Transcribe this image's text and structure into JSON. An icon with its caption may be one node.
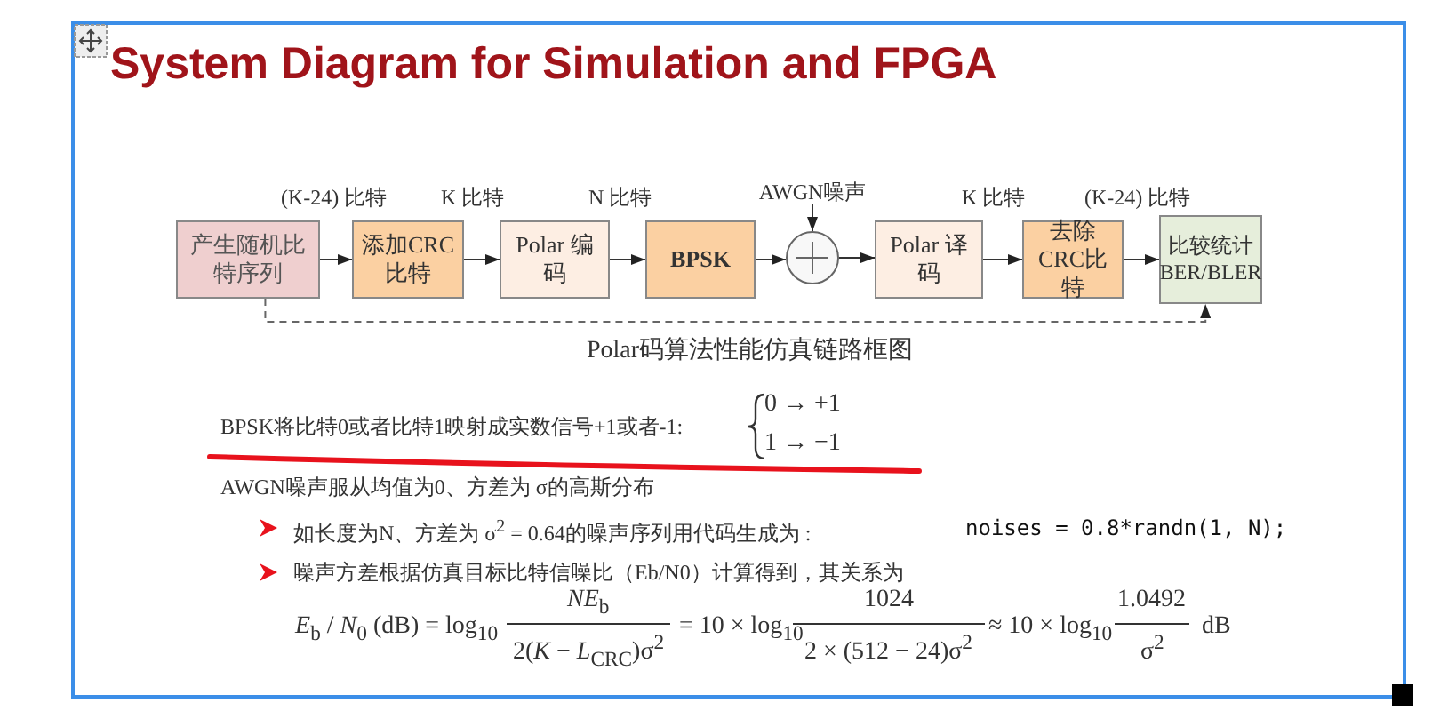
{
  "diagram": {
    "title": "System Diagram for Simulation and FPGA",
    "caption": "Polar码算法性能仿真链路框图",
    "nodes": [
      {
        "text": [
          "产生随机比特序列"
        ]
      },
      {
        "text": [
          "添加CRC比特"
        ]
      },
      {
        "text": [
          "Polar 编码"
        ]
      },
      {
        "text": [
          "BPSK"
        ]
      },
      {
        "text": [],
        "shape": "circle"
      },
      {
        "text": [
          "Polar 译码"
        ]
      },
      {
        "text": [
          "去除CRC比特"
        ]
      },
      {
        "text": [
          "比较统计BER/BLER"
        ]
      },
      {
        "text": [
          "AWGN噪声"
        ]
      }
    ],
    "edges": [
      {
        "from": 0,
        "to": 1,
        "arrow": "to",
        "label": "(K-24) 比特"
      },
      {
        "from": 1,
        "to": 2,
        "arrow": "to",
        "label": "K 比特"
      },
      {
        "from": 2,
        "to": 3,
        "arrow": "to",
        "label": "N 比特"
      },
      {
        "from": 3,
        "to": 4,
        "arrow": "to"
      },
      {
        "from": 8,
        "to": 4,
        "arrow": "to"
      },
      {
        "from": 4,
        "to": 5,
        "arrow": "to"
      },
      {
        "from": 5,
        "to": 6,
        "arrow": "to",
        "label": "K 比特"
      },
      {
        "from": 6,
        "to": 7,
        "arrow": "to",
        "label": "(K-24) 比特"
      },
      {
        "from": 0,
        "to": 7,
        "arrow": "to",
        "style": "dashed"
      }
    ],
    "labels": [
      "BPSK将比特0或者比特1映射成实数信号+1或者-1:",
      "0 → +1",
      "1 → −1",
      "AWGN噪声服从均值为0、方差为 σ的高斯分布",
      "如长度为N、方差为 σ$^{2}$ = 0.64的噪声序列用代码生成为 :",
      "noises = 0.8*randn(1, N);",
      "噪声方差根据仿真目标比特信噪比（Eb/N0）计算得到，其关系为",
      "*E*$_{b}$ / *N*$_{0}$ (dB) = log$_{10}$",
      "*NE*$_{b}$",
      "2(*K* − *L*$_{CRC}$)σ$^{2}$",
      "= 10 × log$_{10}$",
      "1024",
      "2 × (512 − 24)σ$^{2}$",
      "≈ 10 × log$_{10}$",
      "1.0492",
      "σ$^{2}$",
      "dB"
    ]
  }
}
